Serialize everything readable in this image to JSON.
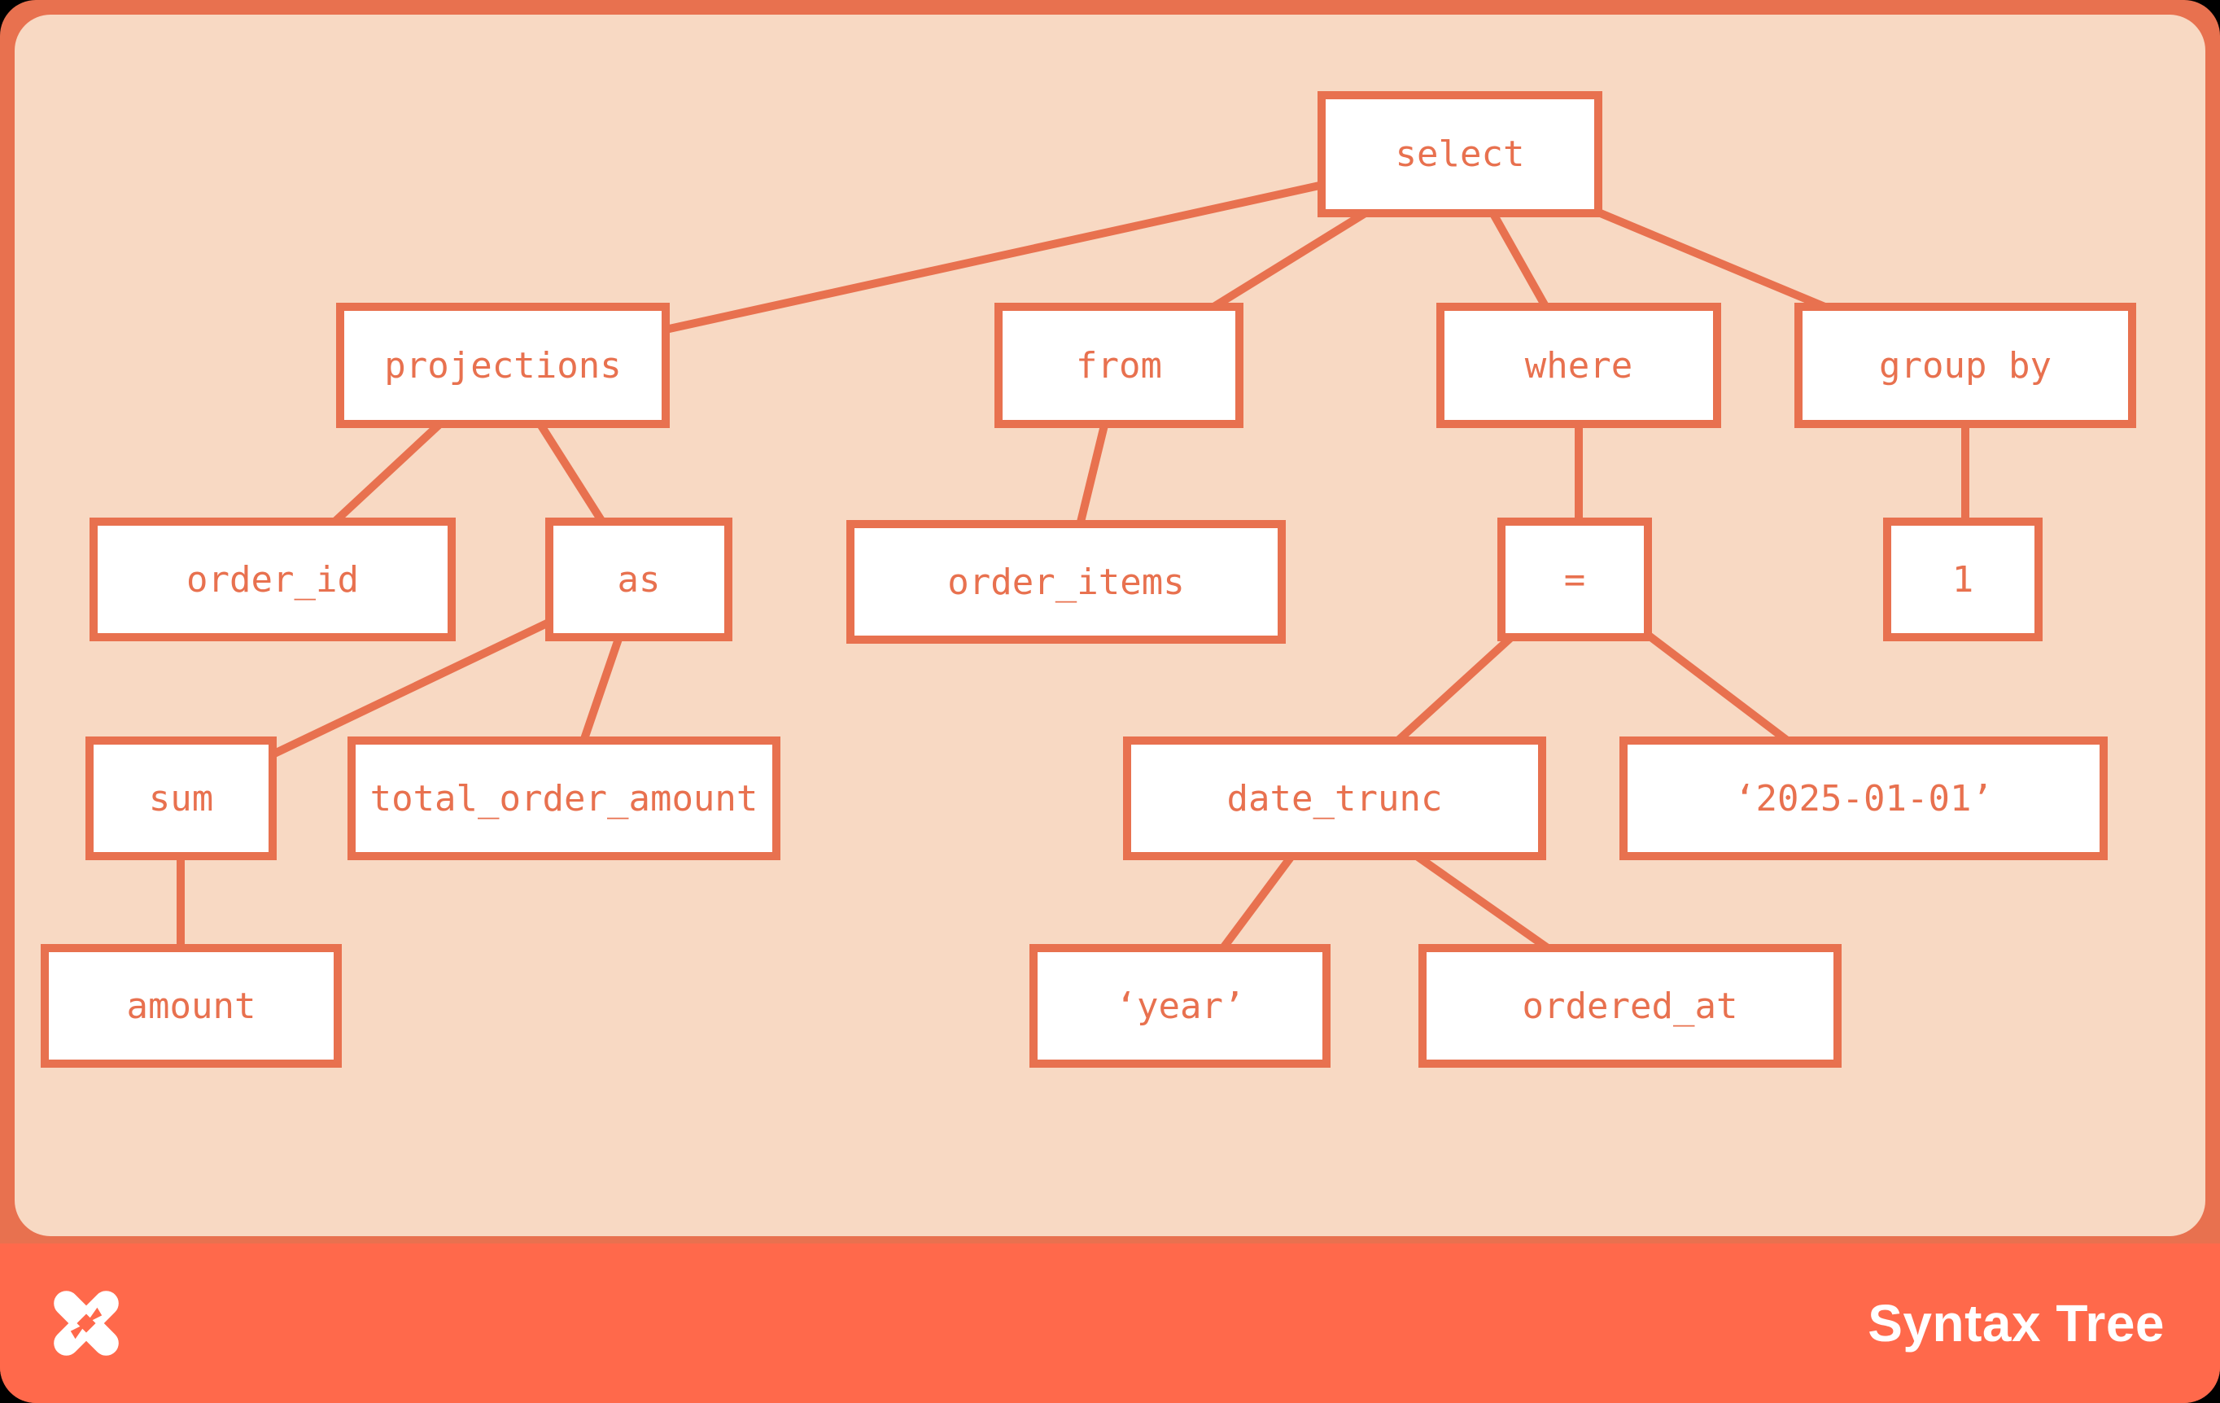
{
  "diagram": {
    "kind": "sql-syntax-tree",
    "tree": {
      "nodes": [
        {
          "id": "select",
          "label": "select",
          "parent": null
        },
        {
          "id": "projections",
          "label": "projections",
          "parent": "select"
        },
        {
          "id": "from",
          "label": "from",
          "parent": "select"
        },
        {
          "id": "where",
          "label": "where",
          "parent": "select"
        },
        {
          "id": "group_by",
          "label": "group by",
          "parent": "select"
        },
        {
          "id": "order_id",
          "label": "order_id",
          "parent": "projections"
        },
        {
          "id": "as",
          "label": "as",
          "parent": "projections"
        },
        {
          "id": "order_items",
          "label": "order_items",
          "parent": "from"
        },
        {
          "id": "eq",
          "label": "=",
          "parent": "where"
        },
        {
          "id": "one",
          "label": "1",
          "parent": "group_by"
        },
        {
          "id": "sum",
          "label": "sum",
          "parent": "as"
        },
        {
          "id": "total_order_amount",
          "label": "total_order_amount",
          "parent": "as"
        },
        {
          "id": "date_trunc",
          "label": "date_trunc",
          "parent": "eq"
        },
        {
          "id": "date_literal",
          "label": "‘2025-01-01’",
          "parent": "eq"
        },
        {
          "id": "amount",
          "label": "amount",
          "parent": "sum"
        },
        {
          "id": "year_literal",
          "label": "‘year’",
          "parent": "date_trunc"
        },
        {
          "id": "ordered_at",
          "label": "ordered_at",
          "parent": "date_trunc"
        }
      ],
      "edges": [
        [
          "select",
          "projections"
        ],
        [
          "select",
          "from"
        ],
        [
          "select",
          "where"
        ],
        [
          "select",
          "group_by"
        ],
        [
          "projections",
          "order_id"
        ],
        [
          "projections",
          "as"
        ],
        [
          "from",
          "order_items"
        ],
        [
          "where",
          "eq"
        ],
        [
          "group_by",
          "one"
        ],
        [
          "as",
          "sum"
        ],
        [
          "as",
          "total_order_amount"
        ],
        [
          "eq",
          "date_trunc"
        ],
        [
          "eq",
          "date_literal"
        ],
        [
          "sum",
          "amount"
        ],
        [
          "date_trunc",
          "year_literal"
        ],
        [
          "date_trunc",
          "ordered_at"
        ]
      ]
    }
  },
  "footer": {
    "brand_logo": "dbt-logo",
    "title": "Syntax Tree"
  },
  "colors": {
    "frame_coral": "#E8714F",
    "canvas_peach": "#F8D9C3",
    "node_fill": "#FFFFFF",
    "node_border": "#E8714F",
    "node_text": "#E8714F",
    "edge_line": "#E8714F",
    "footer_orange": "#FF694B",
    "footer_text": "#FFFFFF",
    "page_background": "#000000"
  }
}
